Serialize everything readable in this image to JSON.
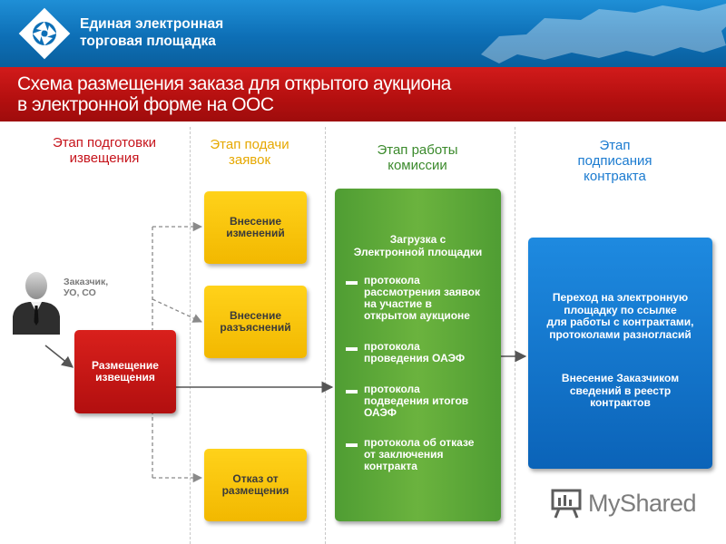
{
  "header": {
    "brand_line1": "Единая электронная",
    "brand_line2": "торговая площадка",
    "title_line1": "Схема размещения заказа для открытого аукциона",
    "title_line2": "в электронной форме на ООС",
    "colors": {
      "top_band": "#0d6fb6",
      "title_band": "#b30f0f"
    }
  },
  "stages": [
    {
      "line1": "Этап подготовки",
      "line2": "извещения",
      "line3": "",
      "color": "#c6131b"
    },
    {
      "line1": "Этап подачи",
      "line2": "заявок",
      "line3": "",
      "color": "#e6a800"
    },
    {
      "line1": "Этап работы",
      "line2": "комиссии",
      "line3": "",
      "color": "#3b8a2c"
    },
    {
      "line1": "Этап",
      "line2": "подписания",
      "line3": "контракта",
      "color": "#1b7bd0"
    }
  ],
  "customer": {
    "line1": "Заказчик,",
    "line2": "УО, СО",
    "icon": "person-icon"
  },
  "boxes": {
    "placement": {
      "line1": "Размещение",
      "line2": "извещения",
      "color": "#c8161a"
    },
    "changes": {
      "line1": "Внесение",
      "line2": "изменений",
      "color": "#f7c200"
    },
    "clarifications": {
      "line1": "Внесение",
      "line2": "разъяснений",
      "color": "#f7c200"
    },
    "cancel": {
      "line1": "Отказ от",
      "line2": "размещения",
      "color": "#f7c200"
    },
    "commission": {
      "head_line1": "Загрузка с",
      "head_line2": "Электронной площадки",
      "bullet": "▬",
      "items": [
        {
          "l1": " протокола",
          "l2": "рассмотрения заявок",
          "l3": "на участие в",
          "l4": "открытом аукционе"
        },
        {
          "l1": "протокола",
          "l2": "проведения ОАЭФ",
          "l3": "",
          "l4": ""
        },
        {
          "l1": "протокола",
          "l2": "подведения итогов",
          "l3": "ОАЭФ",
          "l4": ""
        },
        {
          "l1": "протокола об отказе",
          "l2": "от заключения",
          "l3": "контракта",
          "l4": ""
        }
      ],
      "color": "#5aa637"
    },
    "contract": {
      "p1_l1": "Переход на электронную",
      "p1_l2": "площадку по ссылке",
      "p1_l3": "для работы с контрактами,",
      "p1_l4": "протоколами разногласий",
      "p2_l1": "Внесение Заказчиком",
      "p2_l2": "сведений в реестр",
      "p2_l3": "контрактов",
      "color": "#1178cf"
    }
  },
  "watermark": {
    "text": "MyShared",
    "icon": "presentation-board-icon"
  }
}
